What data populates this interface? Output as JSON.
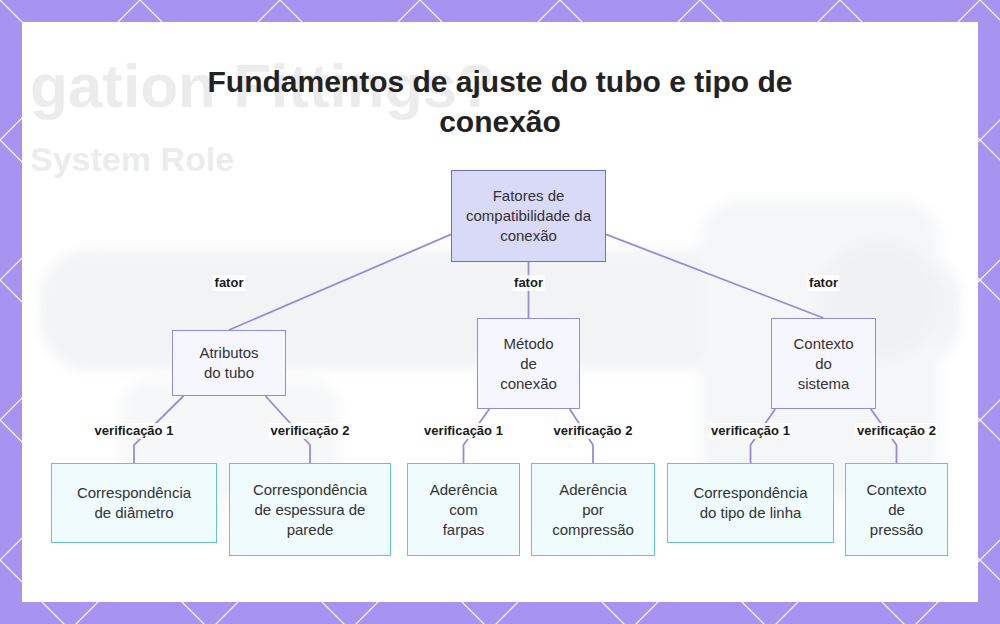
{
  "diagram": {
    "title": "Fundamentos de ajuste do tubo e tipo de conexão",
    "nodes": [
      {
        "text": [
          "Fatores de compatibilidade da conexão"
        ]
      },
      {
        "text": [
          "Atributos do tubo"
        ]
      },
      {
        "text": [
          "Método de conexão"
        ]
      },
      {
        "text": [
          "Contexto do sistema"
        ]
      },
      {
        "text": [
          "Correspondência de diâmetro"
        ]
      },
      {
        "text": [
          "Correspondência de espessura de parede"
        ]
      },
      {
        "text": [
          "Aderência com farpas"
        ]
      },
      {
        "text": [
          "Aderência por compressão"
        ]
      },
      {
        "text": [
          "Correspondência do tipo de linha"
        ]
      },
      {
        "text": [
          "Contexto de pressão"
        ]
      }
    ],
    "edges": [
      {
        "from": 0,
        "to": 1,
        "label": "fator",
        "arrow": "none"
      },
      {
        "from": 0,
        "to": 2,
        "label": "fator",
        "arrow": "none"
      },
      {
        "from": 0,
        "to": 3,
        "label": "fator",
        "arrow": "none"
      },
      {
        "from": 1,
        "to": 4,
        "label": "verificação 1",
        "arrow": "none"
      },
      {
        "from": 1,
        "to": 5,
        "label": "verificação 2",
        "arrow": "none"
      },
      {
        "from": 2,
        "to": 6,
        "label": "verificação 1",
        "arrow": "none"
      },
      {
        "from": 2,
        "to": 7,
        "label": "verificação 2",
        "arrow": "none"
      },
      {
        "from": 3,
        "to": 8,
        "label": "verificação 1",
        "arrow": "none"
      },
      {
        "from": 3,
        "to": 9,
        "label": "verificação 2",
        "arrow": "none"
      }
    ],
    "labels": [
      "gation Fittings?",
      "System Role"
    ]
  }
}
